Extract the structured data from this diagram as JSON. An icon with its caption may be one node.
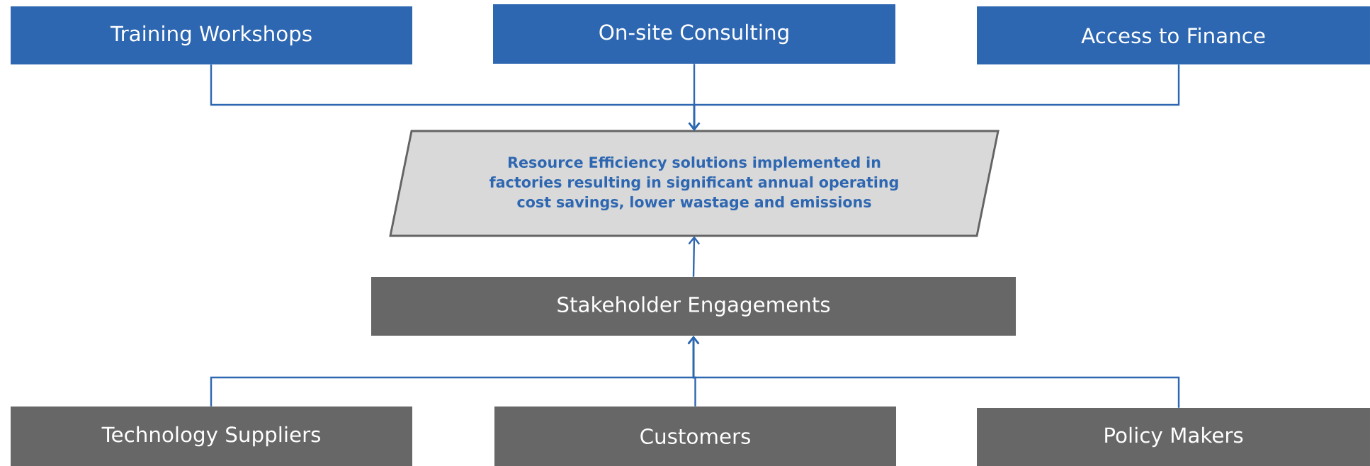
{
  "diagram": {
    "nodes": [
      {
        "text": [
          "Training Workshops"
        ]
      },
      {
        "text": [
          "On-site Consulting"
        ]
      },
      {
        "text": [
          "Access to Finance"
        ]
      },
      {
        "text": [
          "Resource Efficiency solutions implemented in factories resulting in significant annual operating cost savings, lower wastage and emissions"
        ]
      },
      {
        "text": [
          "Stakeholder Engagements"
        ]
      },
      {
        "text": [
          "Technology Suppliers"
        ]
      },
      {
        "text": [
          "Customers"
        ]
      },
      {
        "text": [
          "Policy Makers"
        ]
      }
    ],
    "edges": [
      {
        "from": 0,
        "to": 3,
        "arrow": "to"
      },
      {
        "from": 1,
        "to": 3,
        "arrow": "to"
      },
      {
        "from": 2,
        "to": 3,
        "arrow": "to"
      },
      {
        "from": 4,
        "to": 3,
        "arrow": "to"
      },
      {
        "from": 5,
        "to": 4,
        "arrow": "to"
      },
      {
        "from": 6,
        "to": 4,
        "arrow": "to"
      },
      {
        "from": 7,
        "to": 4,
        "arrow": "to"
      }
    ]
  }
}
